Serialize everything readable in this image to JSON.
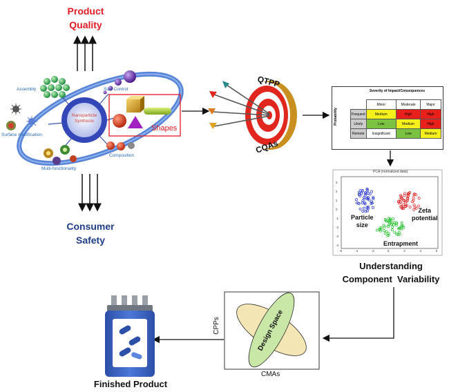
{
  "labels": {
    "product_quality": [
      "Product",
      "Quality"
    ],
    "consumer_safety": [
      "Consumer",
      "Safety"
    ],
    "understanding": [
      "Understanding",
      "Component  Variability"
    ],
    "finished_product": "Finished Product",
    "qtpp": "QTPP",
    "cqas": "CQAs",
    "cpps": "CPPs",
    "cmas": "CMAs",
    "design_space": "Design Space"
  },
  "nanoparticle": {
    "center": [
      "Nanoparticle",
      "Synthesis"
    ],
    "assembly": "Assembly",
    "size_control": "Size Control",
    "surface_modification": "Surface modification",
    "multi_functionality": "Multi-functionality",
    "composition": "Composition",
    "shapes": "Shapes"
  },
  "risk_table": {
    "header": "Severity of Impact/Consequences",
    "row_axis": "Probability",
    "columns": [
      "Minor",
      "Moderate",
      "Major"
    ],
    "rows": [
      {
        "label": "Frequent",
        "cells": [
          "Medium",
          "High",
          "High"
        ],
        "colors": [
          "#f5ef1b",
          "#e8201c",
          "#e8201c"
        ]
      },
      {
        "label": "Likely",
        "cells": [
          "Low",
          "Medium",
          "High"
        ],
        "colors": [
          "#7cc242",
          "#f5ef1b",
          "#e8201c"
        ]
      },
      {
        "label": "Remote",
        "cells": [
          "Insignificant",
          "Low",
          "Medium"
        ],
        "colors": [
          "#ffffff",
          "#7cc242",
          "#f5ef1b"
        ]
      }
    ]
  },
  "pca": {
    "title": "PCA (normalized data)",
    "particle_size": [
      "Particle",
      "size"
    ],
    "zeta": [
      "Zeta",
      "potential"
    ],
    "entrapment": "Entrapment",
    "x_ticks": [
      "-6",
      "-4",
      "-2",
      "0",
      "2",
      "4",
      "6"
    ],
    "y_ticks": [
      "3",
      "2",
      "1",
      "0",
      "-1",
      "-2",
      "-3",
      "-4"
    ]
  },
  "colors": {
    "red": "#e31b23",
    "blue": "#1f3c88",
    "cluster_blue": "#1f2fd0",
    "cluster_red": "#e02020",
    "cluster_green": "#22c02a",
    "ellipse_green": "#c9e8a8",
    "ellipse_tan": "#f5e7b5"
  }
}
